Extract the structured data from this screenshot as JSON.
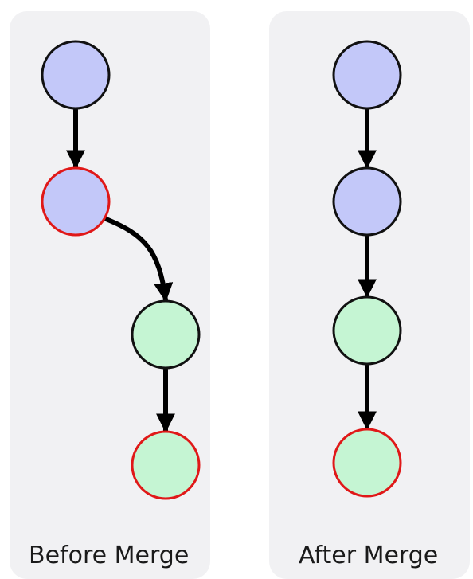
{
  "colors": {
    "panel": "#f1f1f3",
    "blue_fill": "#c3c8f9",
    "green_fill": "#c5f5d3",
    "stroke_default": "#111111",
    "stroke_highlight": "#e01818",
    "arrow": "#000000"
  },
  "panels": [
    {
      "caption": "Before Merge",
      "nodes": [
        {
          "id": "b1",
          "fill": "blue",
          "highlight": false
        },
        {
          "id": "b2",
          "fill": "blue",
          "highlight": true
        },
        {
          "id": "b3",
          "fill": "green",
          "highlight": false
        },
        {
          "id": "b4",
          "fill": "green",
          "highlight": true
        }
      ],
      "edges": [
        [
          "b1",
          "b2"
        ],
        [
          "b2",
          "b3"
        ],
        [
          "b3",
          "b4"
        ]
      ]
    },
    {
      "caption": "After Merge",
      "nodes": [
        {
          "id": "a1",
          "fill": "blue",
          "highlight": false
        },
        {
          "id": "a2",
          "fill": "blue",
          "highlight": false
        },
        {
          "id": "a3",
          "fill": "green",
          "highlight": false
        },
        {
          "id": "a4",
          "fill": "green",
          "highlight": true
        }
      ],
      "edges": [
        [
          "a1",
          "a2"
        ],
        [
          "a2",
          "a3"
        ],
        [
          "a3",
          "a4"
        ]
      ]
    }
  ]
}
